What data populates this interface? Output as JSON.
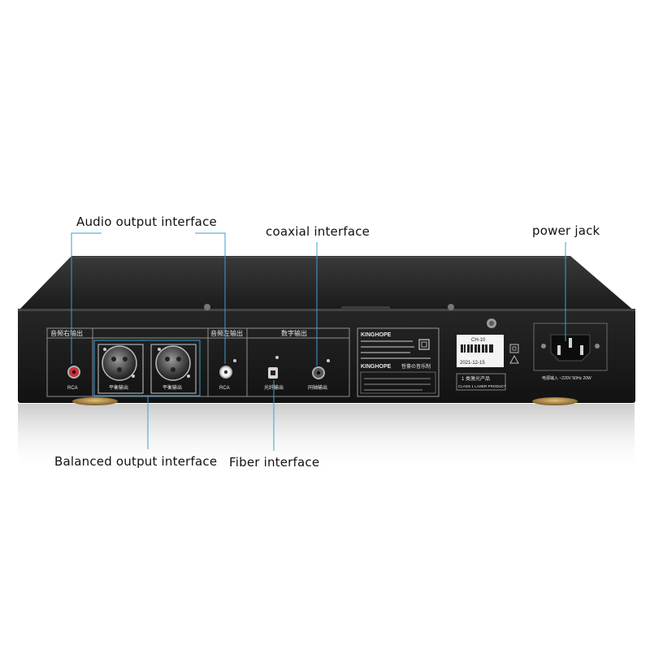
{
  "callouts": {
    "audio_output": "Audio output interface",
    "coaxial": "coaxial interface",
    "power_jack": "power jack",
    "balanced_output": "Balanced output interface",
    "fiber": "Fiber interface"
  },
  "panel": {
    "right_audio_section": "音频右输出",
    "left_audio_section": "音频左输出",
    "digital_section": "数字输出",
    "rca_right": "RCA",
    "rca_left": "RCA",
    "balanced_1": "平衡输出",
    "balanced_2": "平衡输出",
    "optical_port": "光纤输出",
    "coaxial_port": "同轴输出",
    "brand_logo": "KINGHOPE",
    "brand_logo_2": "KINGHOPE",
    "slogan": "哲豪の音乐制",
    "model_label": "CH-10",
    "date_label": "2021-12-15",
    "product_class": "1 类激光产品",
    "product_class_en": "CLASS 1 LASER PRODUCT",
    "power_rating": "电源输入 ~220V 50Hz 20W"
  },
  "colors": {
    "chassis": "#1b1b1b",
    "panel": "#141414",
    "leader_line": "#3a9fd6",
    "rca_red": "#c8323a",
    "label_white": "#eeeeee",
    "foot_gold": "#b8904a"
  }
}
